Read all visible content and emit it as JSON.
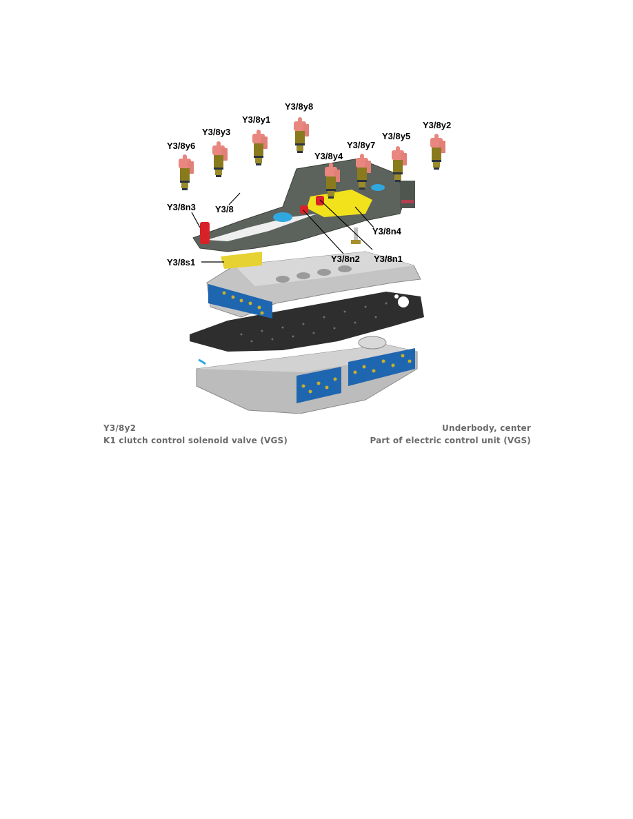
{
  "figure": {
    "labels": {
      "y6": "Y3/8y6",
      "y3": "Y3/8y3",
      "y1": "Y3/8y1",
      "y8": "Y3/8y8",
      "y4": "Y3/8y4",
      "y7": "Y3/8y7",
      "y5": "Y3/8y5",
      "y2": "Y3/8y2",
      "n3": "Y3/8n3",
      "y3_8": "Y3/8",
      "n4": "Y3/8n4",
      "n2": "Y3/8n2",
      "n1": "Y3/8n1",
      "s1": "Y3/8s1"
    },
    "colors": {
      "solenoid_cap": "#e8867f",
      "solenoid_body": "#8a7a1e",
      "carrier": "#5c625c",
      "plate": "#bdbdbd",
      "separator": "#2e2e2e",
      "blue_cover": "#1f66b0",
      "yellow_board": "#f2e21c",
      "red_sensor": "#d8222a",
      "cyan_part": "#2fa8df"
    }
  },
  "caption": {
    "component_code": "Y3/8y2",
    "location": "Underbody, center",
    "component_name": "K1 clutch control solenoid valve (VGS)",
    "note": "Part of electric control unit (VGS)"
  }
}
